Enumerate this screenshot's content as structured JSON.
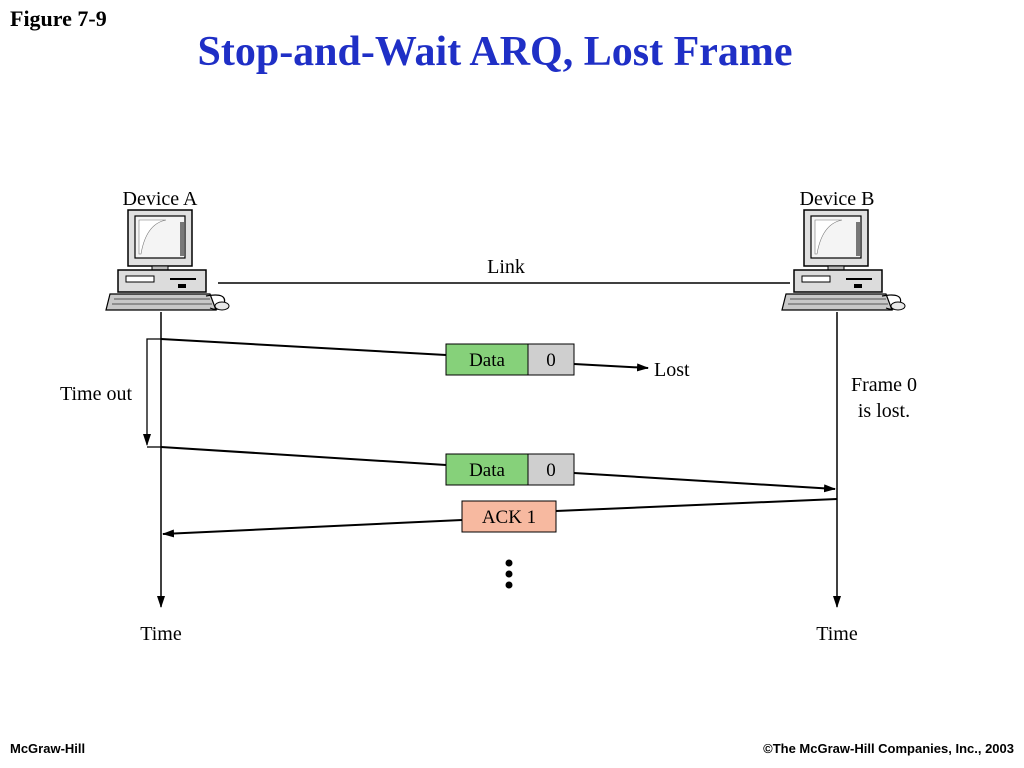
{
  "figure_label": "Figure 7-9",
  "title": "Stop-and-Wait ARQ, Lost Frame",
  "devices": {
    "a": "Device A",
    "b": "Device B"
  },
  "link_label": "Link",
  "timeout_label": "Time out",
  "lost_label": "Lost",
  "note_lines": [
    "Frame 0",
    "is lost."
  ],
  "frames": [
    {
      "data_label": "Data",
      "seq": "0"
    },
    {
      "data_label": "Data",
      "seq": "0"
    }
  ],
  "ack": {
    "label": "ACK 1"
  },
  "time_labels": {
    "a": "Time",
    "b": "Time"
  },
  "footer": {
    "left": "McGraw-Hill",
    "right": "©The McGraw-Hill Companies, Inc., 2003"
  },
  "colors": {
    "title": "#1f2fc6",
    "data_box": "#86d17a",
    "seq_box": "#cfcfcf",
    "ack_box": "#f7b9a0"
  }
}
